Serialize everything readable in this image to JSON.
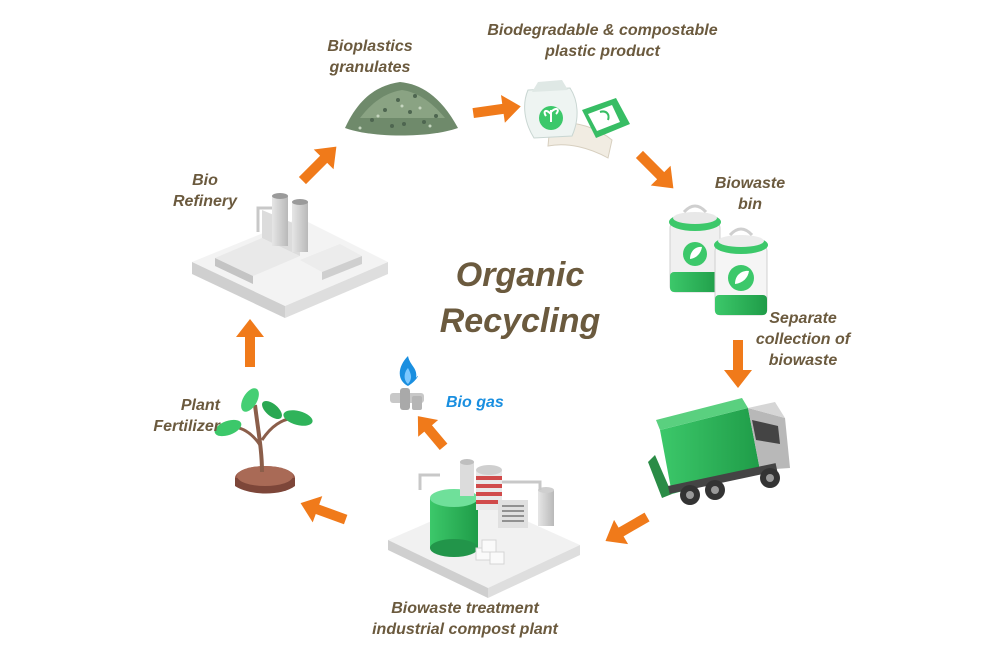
{
  "title": {
    "line1": "Organic",
    "line2": "Recycling"
  },
  "steps": [
    {
      "line1": "Bioplastics",
      "line2": "granulates"
    },
    {
      "line1": "Biodegradable & compostable",
      "line2": "plastic product"
    },
    {
      "line1": "Biowaste",
      "line2": "bin"
    },
    {
      "line1": "Separate",
      "line2": "collection of",
      "line3": "biowaste"
    },
    {
      "line1": "Biowaste treatment",
      "line2": "industrial compost plant"
    },
    {
      "line1": "Bio gas"
    },
    {
      "line1": "Plant",
      "line2": "Fertilizer"
    },
    {
      "line1": "Bio",
      "line2": "Refinery"
    }
  ],
  "colors": {
    "text": "#6b5a3e",
    "arrow": "#f07a1a",
    "accent_green": "#2fb35a",
    "biogas_text": "#1a8fe0"
  },
  "icons": [
    "granulates-icon",
    "compostable-products-icon",
    "biowaste-bin-icon",
    "garbage-truck-icon",
    "compost-plant-icon",
    "gas-flame-icon",
    "plant-sprout-icon",
    "biorefinery-icon"
  ]
}
